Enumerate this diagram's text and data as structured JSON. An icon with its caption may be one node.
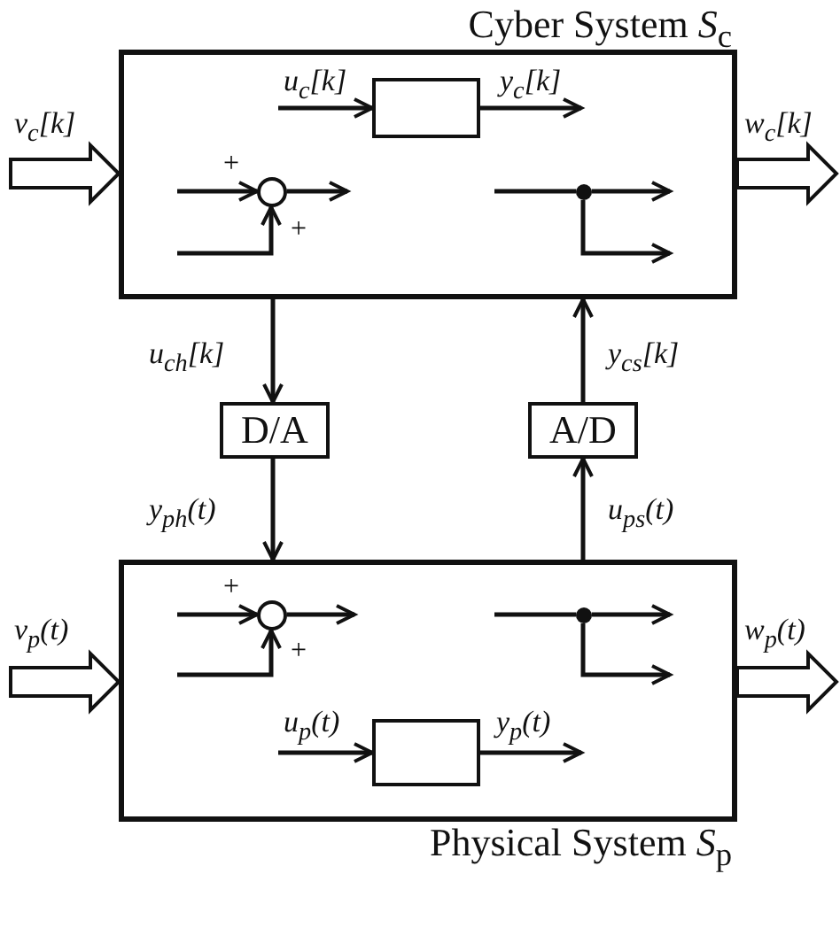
{
  "diagram": {
    "nodes": [
      {
        "text": [
          "Cyber System *S*$_{c}$"
        ]
      },
      {
        "text": [],
        "shape": "box",
        "in": 0
      },
      {
        "text": [],
        "shape": "circle",
        "in": 0
      },
      {
        "text": [],
        "shape": "dot",
        "in": 0
      },
      {
        "text": [
          "D/A"
        ]
      },
      {
        "text": [
          "A/D"
        ]
      },
      {
        "text": [
          "Physical System *S*$_{p}$"
        ]
      },
      {
        "text": [],
        "shape": "circle",
        "in": 6
      },
      {
        "text": [],
        "shape": "dot",
        "in": 6
      },
      {
        "text": [],
        "shape": "box",
        "in": 6
      }
    ],
    "edges": [
      {
        "from": null,
        "to": 0,
        "arrow": "to",
        "label": "v$_{c}$[k]",
        "style": "thick"
      },
      {
        "from": 0,
        "to": null,
        "arrow": "to",
        "label": "w$_{c}$[k]",
        "style": "thick"
      },
      {
        "from": null,
        "to": 1,
        "arrow": "to",
        "label": "u$_{c}$[k]"
      },
      {
        "from": 1,
        "to": null,
        "arrow": "to",
        "label": "y$_{c}$[k]"
      },
      {
        "from": null,
        "to": 2,
        "arrow": "to",
        "label": "+"
      },
      {
        "from": null,
        "to": 2,
        "arrow": "to",
        "label": "+"
      },
      {
        "from": 2,
        "to": null,
        "arrow": "to"
      },
      {
        "from": null,
        "to": 3,
        "arrow": "none"
      },
      {
        "from": 3,
        "to": null,
        "arrow": "to"
      },
      {
        "from": 3,
        "to": null,
        "arrow": "to"
      },
      {
        "from": 0,
        "to": 4,
        "arrow": "to",
        "label": "u$_{ch}$[k]"
      },
      {
        "from": 4,
        "to": 6,
        "arrow": "to",
        "label": "y$_{ph}$(t)"
      },
      {
        "from": 6,
        "to": 5,
        "arrow": "to",
        "label": "u$_{ps}$(t)"
      },
      {
        "from": 5,
        "to": 0,
        "arrow": "to",
        "label": "y$_{cs}$[k]"
      },
      {
        "from": null,
        "to": 6,
        "arrow": "to",
        "label": "v$_{p}$(t)",
        "style": "thick"
      },
      {
        "from": 6,
        "to": null,
        "arrow": "to",
        "label": "w$_{p}$(t)",
        "style": "thick"
      },
      {
        "from": null,
        "to": 7,
        "arrow": "to",
        "label": "+"
      },
      {
        "from": null,
        "to": 7,
        "arrow": "to",
        "label": "+"
      },
      {
        "from": 7,
        "to": null,
        "arrow": "to"
      },
      {
        "from": null,
        "to": 8,
        "arrow": "none"
      },
      {
        "from": 8,
        "to": null,
        "arrow": "to"
      },
      {
        "from": 8,
        "to": null,
        "arrow": "to"
      },
      {
        "from": null,
        "to": 9,
        "arrow": "to",
        "label": "u$_{p}$(t)"
      },
      {
        "from": 9,
        "to": null,
        "arrow": "to",
        "label": "y$_{p}$(t)"
      }
    ]
  }
}
